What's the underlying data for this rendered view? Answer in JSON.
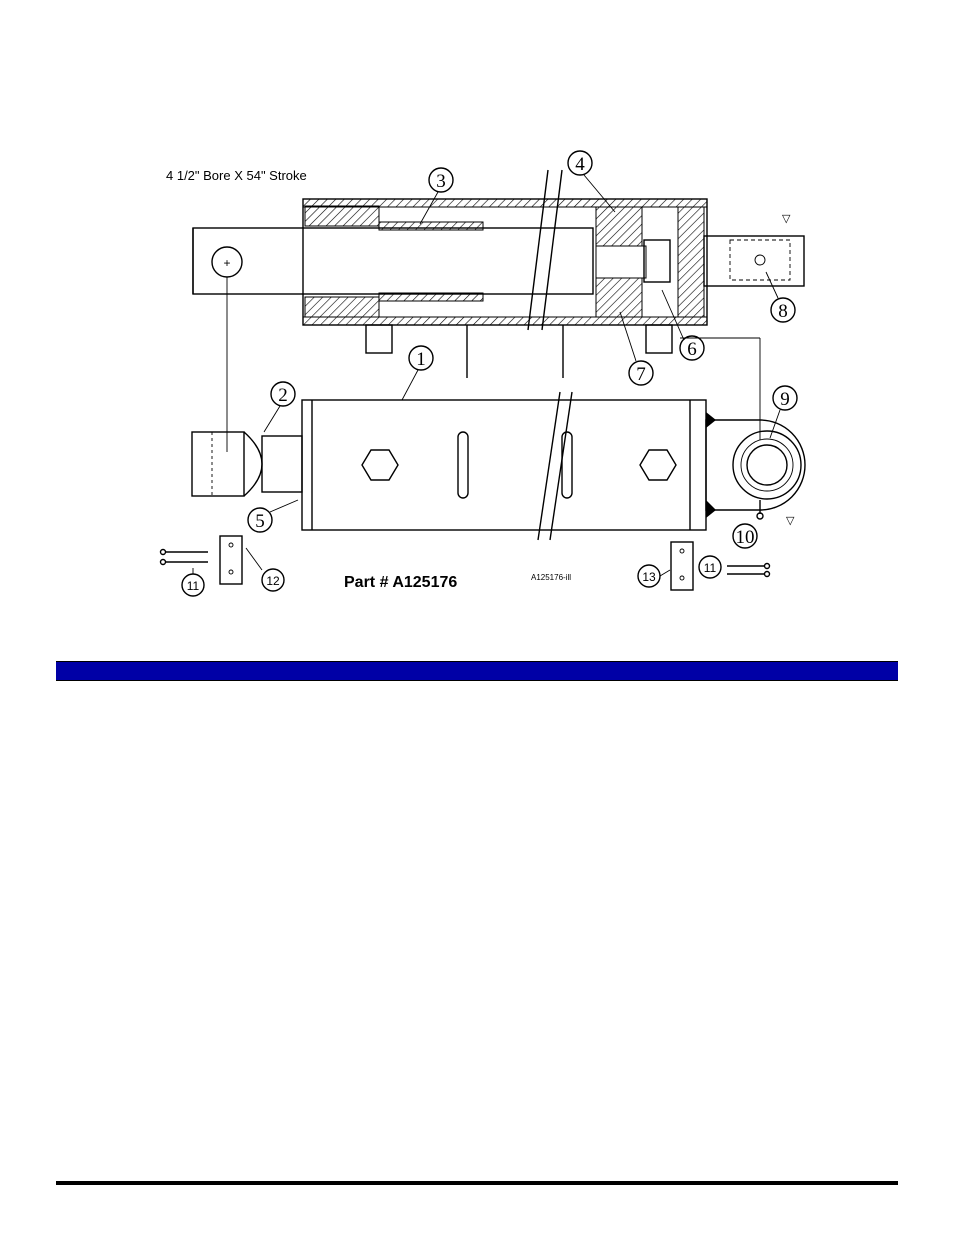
{
  "diagram": {
    "bore_stroke_label": "4 1/2\" Bore X 54\" Stroke",
    "part_number_label": "Part # A125176",
    "illustration_id": "A125176-ill",
    "callouts": [
      "1",
      "2",
      "3",
      "4",
      "5",
      "6",
      "7",
      "8",
      "9",
      "10",
      "11",
      "12",
      "13",
      "11"
    ]
  }
}
